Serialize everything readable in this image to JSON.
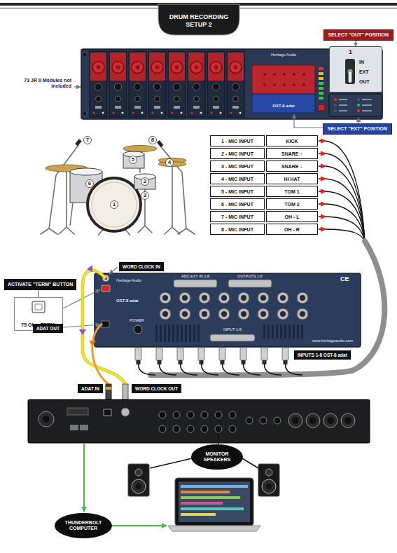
{
  "diagram": {
    "title": "DRUM RECORDING SETUP 2",
    "nodes": [
      {
        "text": [
          "SELECT \"OUT\" POSITION"
        ]
      },
      {
        "text": [
          "1",
          "IN",
          "EXT",
          "OUT"
        ]
      },
      {
        "text": [
          "SELECT \"EXT\" POSITION"
        ]
      },
      {
        "text": [
          "WORD CLOCK IN"
        ]
      },
      {
        "text": [
          "ACTIVATE \"TERM\" BUTTON"
        ]
      },
      {
        "text": [
          "75 Ohm TERM."
        ]
      },
      {
        "text": [
          "ADAT OUT"
        ]
      },
      {
        "text": [
          "INPUTS 1-8 OST-8 adat"
        ]
      },
      {
        "text": [
          "ADAT IN"
        ]
      },
      {
        "text": [
          "WORD CLOCK OUT"
        ]
      },
      {
        "text": [
          "MONITOR SPEAKERS"
        ]
      },
      {
        "text": [
          "THUNDERBOLT COMPUTER"
        ]
      }
    ],
    "edges": [
      {
        "from": 0,
        "to": 1,
        "arrow": "to"
      },
      {
        "from": 4,
        "to": 5,
        "arrow": "none"
      }
    ],
    "labels": [
      "73 JR II Modules not included",
      "Heritage Audio",
      "OST-8 adat",
      "7",
      "8",
      "5",
      "4",
      "6",
      "2",
      "3",
      "1",
      "1 - MIC INPUT",
      "KICK",
      "2 - MIC INPUT",
      "SNARE ↑",
      "3 - MIC INPUT",
      "SNARE ↓",
      "4 - MIC INPUT",
      "HI HAT",
      "5 - MIC INPUT",
      "TOM 1",
      "6 - MIC INPUT",
      "TOM 2",
      "7 - MIC INPUT",
      "OH - L",
      "8 - MIC INPUT",
      "OH - R",
      "Heritage Audio",
      "ADC EXT IN 1-8",
      "OUTPUTS 1-8",
      "CE",
      "OST-8 adat",
      "POWER",
      "INPUT 1-8",
      "www.heritageaudio.com"
    ]
  }
}
